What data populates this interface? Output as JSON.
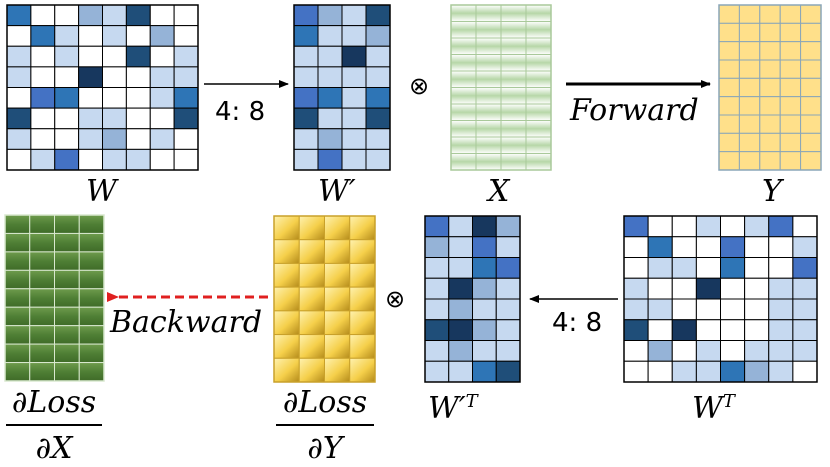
{
  "colors": {
    "blue_1": "#c6d9f0",
    "blue_2": "#95b3d7",
    "blue_3": "#4472c4",
    "blue_4": "#2e75b6",
    "blue_5": "#1f4e79",
    "blue_6": "#17375e",
    "green_light": "#d8ead0",
    "green_dark": "#4f7f35",
    "yellow": "#ffe08a",
    "red_arrow": "#e02020"
  },
  "matrices": {
    "W": {
      "label": "W",
      "grid": [
        [
          4,
          0,
          0,
          2,
          1,
          5,
          0,
          0
        ],
        [
          0,
          4,
          1,
          0,
          1,
          0,
          2,
          0
        ],
        [
          1,
          0,
          1,
          0,
          0,
          5,
          0,
          1
        ],
        [
          1,
          0,
          0,
          6,
          0,
          0,
          1,
          1
        ],
        [
          0,
          3,
          4,
          0,
          0,
          0,
          1,
          4
        ],
        [
          5,
          0,
          0,
          1,
          1,
          0,
          0,
          5
        ],
        [
          1,
          0,
          0,
          1,
          2,
          0,
          1,
          0
        ],
        [
          0,
          1,
          3,
          0,
          1,
          1,
          0,
          0
        ]
      ]
    },
    "W_prime": {
      "label": "W′",
      "grid": [
        [
          3,
          2,
          1,
          5
        ],
        [
          4,
          1,
          1,
          2
        ],
        [
          1,
          1,
          6,
          1
        ],
        [
          1,
          1,
          1,
          1
        ],
        [
          3,
          4,
          1,
          4
        ],
        [
          5,
          1,
          1,
          5
        ],
        [
          1,
          2,
          1,
          1
        ],
        [
          1,
          3,
          1,
          1
        ]
      ]
    },
    "X": {
      "label": "X",
      "rows": 10,
      "cols": 4
    },
    "Y": {
      "label": "Y",
      "rows": 9,
      "cols": 5
    },
    "dLoss_dX": {
      "numerator": "∂Loss",
      "denominator": "∂X",
      "rows": 9,
      "cols": 4
    },
    "dLoss_dY": {
      "numerator": "∂Loss",
      "denominator": "∂Y",
      "rows": 7,
      "cols": 4
    },
    "W_prime_T": {
      "label": "W′",
      "superscript": "T",
      "grid": [
        [
          3,
          1,
          6,
          2
        ],
        [
          2,
          1,
          3,
          1
        ],
        [
          1,
          1,
          4,
          3
        ],
        [
          1,
          6,
          2,
          1
        ],
        [
          1,
          2,
          1,
          1
        ],
        [
          5,
          6,
          2,
          1
        ],
        [
          1,
          2,
          1,
          1
        ],
        [
          1,
          1,
          4,
          5
        ]
      ]
    },
    "W_T": {
      "label": "W",
      "superscript": "T",
      "grid": [
        [
          3,
          0,
          0,
          1,
          0,
          1,
          3,
          0
        ],
        [
          0,
          4,
          0,
          0,
          3,
          0,
          0,
          1
        ],
        [
          0,
          1,
          1,
          0,
          4,
          0,
          0,
          3
        ],
        [
          1,
          0,
          0,
          6,
          0,
          0,
          1,
          1
        ],
        [
          1,
          1,
          0,
          0,
          0,
          0,
          1,
          1
        ],
        [
          5,
          0,
          6,
          0,
          0,
          0,
          1,
          1
        ],
        [
          0,
          2,
          0,
          1,
          0,
          1,
          1,
          1
        ],
        [
          0,
          0,
          1,
          1,
          4,
          2,
          1,
          0
        ]
      ]
    }
  },
  "operators": {
    "top_otimes": "⊗",
    "bottom_otimes": "⊗",
    "sparsity_top": "4: 8",
    "sparsity_bottom": "4: 8",
    "forward": "Forward",
    "backward": "Backward"
  }
}
